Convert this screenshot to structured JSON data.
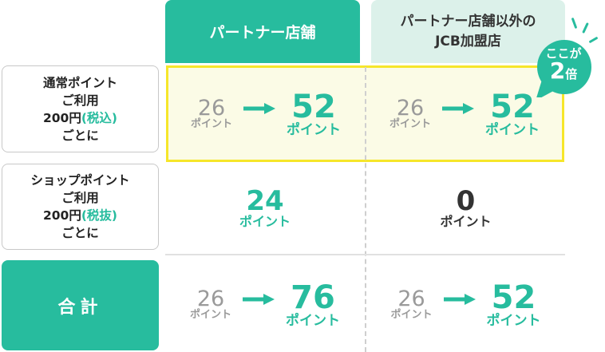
{
  "header": {
    "partner": "パートナー店舗",
    "other_line1": "パートナー店舗以外の",
    "other_line2": "JCB加盟店"
  },
  "rows": {
    "normal": {
      "l1": "通常ポイント",
      "l2": "ご利用",
      "l3a": "200円",
      "l3b": "(税込)",
      "l4": "ごとに"
    },
    "shop": {
      "l1": "ショップポイント",
      "l2": "ご利用",
      "l3a": "200円",
      "l3b": "(税抜)",
      "l4": "ごとに"
    },
    "total": "合計"
  },
  "unit": "ポイント",
  "cells": {
    "normal_partner_from": "26",
    "normal_partner_to": "52",
    "normal_other_from": "26",
    "normal_other_to": "52",
    "shop_partner": "24",
    "shop_other": "0",
    "total_partner_from": "26",
    "total_partner_to": "76",
    "total_other_from": "26",
    "total_other_to": "52"
  },
  "badge": {
    "line1": "ここが",
    "num": "2",
    "suffix": "倍"
  },
  "colors": {
    "teal": "#27bc9e",
    "mint": "#dcf1ea",
    "yellow": "#f6e62a",
    "pale_yellow": "#fbfbe6",
    "gray": "#9a9a9a"
  }
}
